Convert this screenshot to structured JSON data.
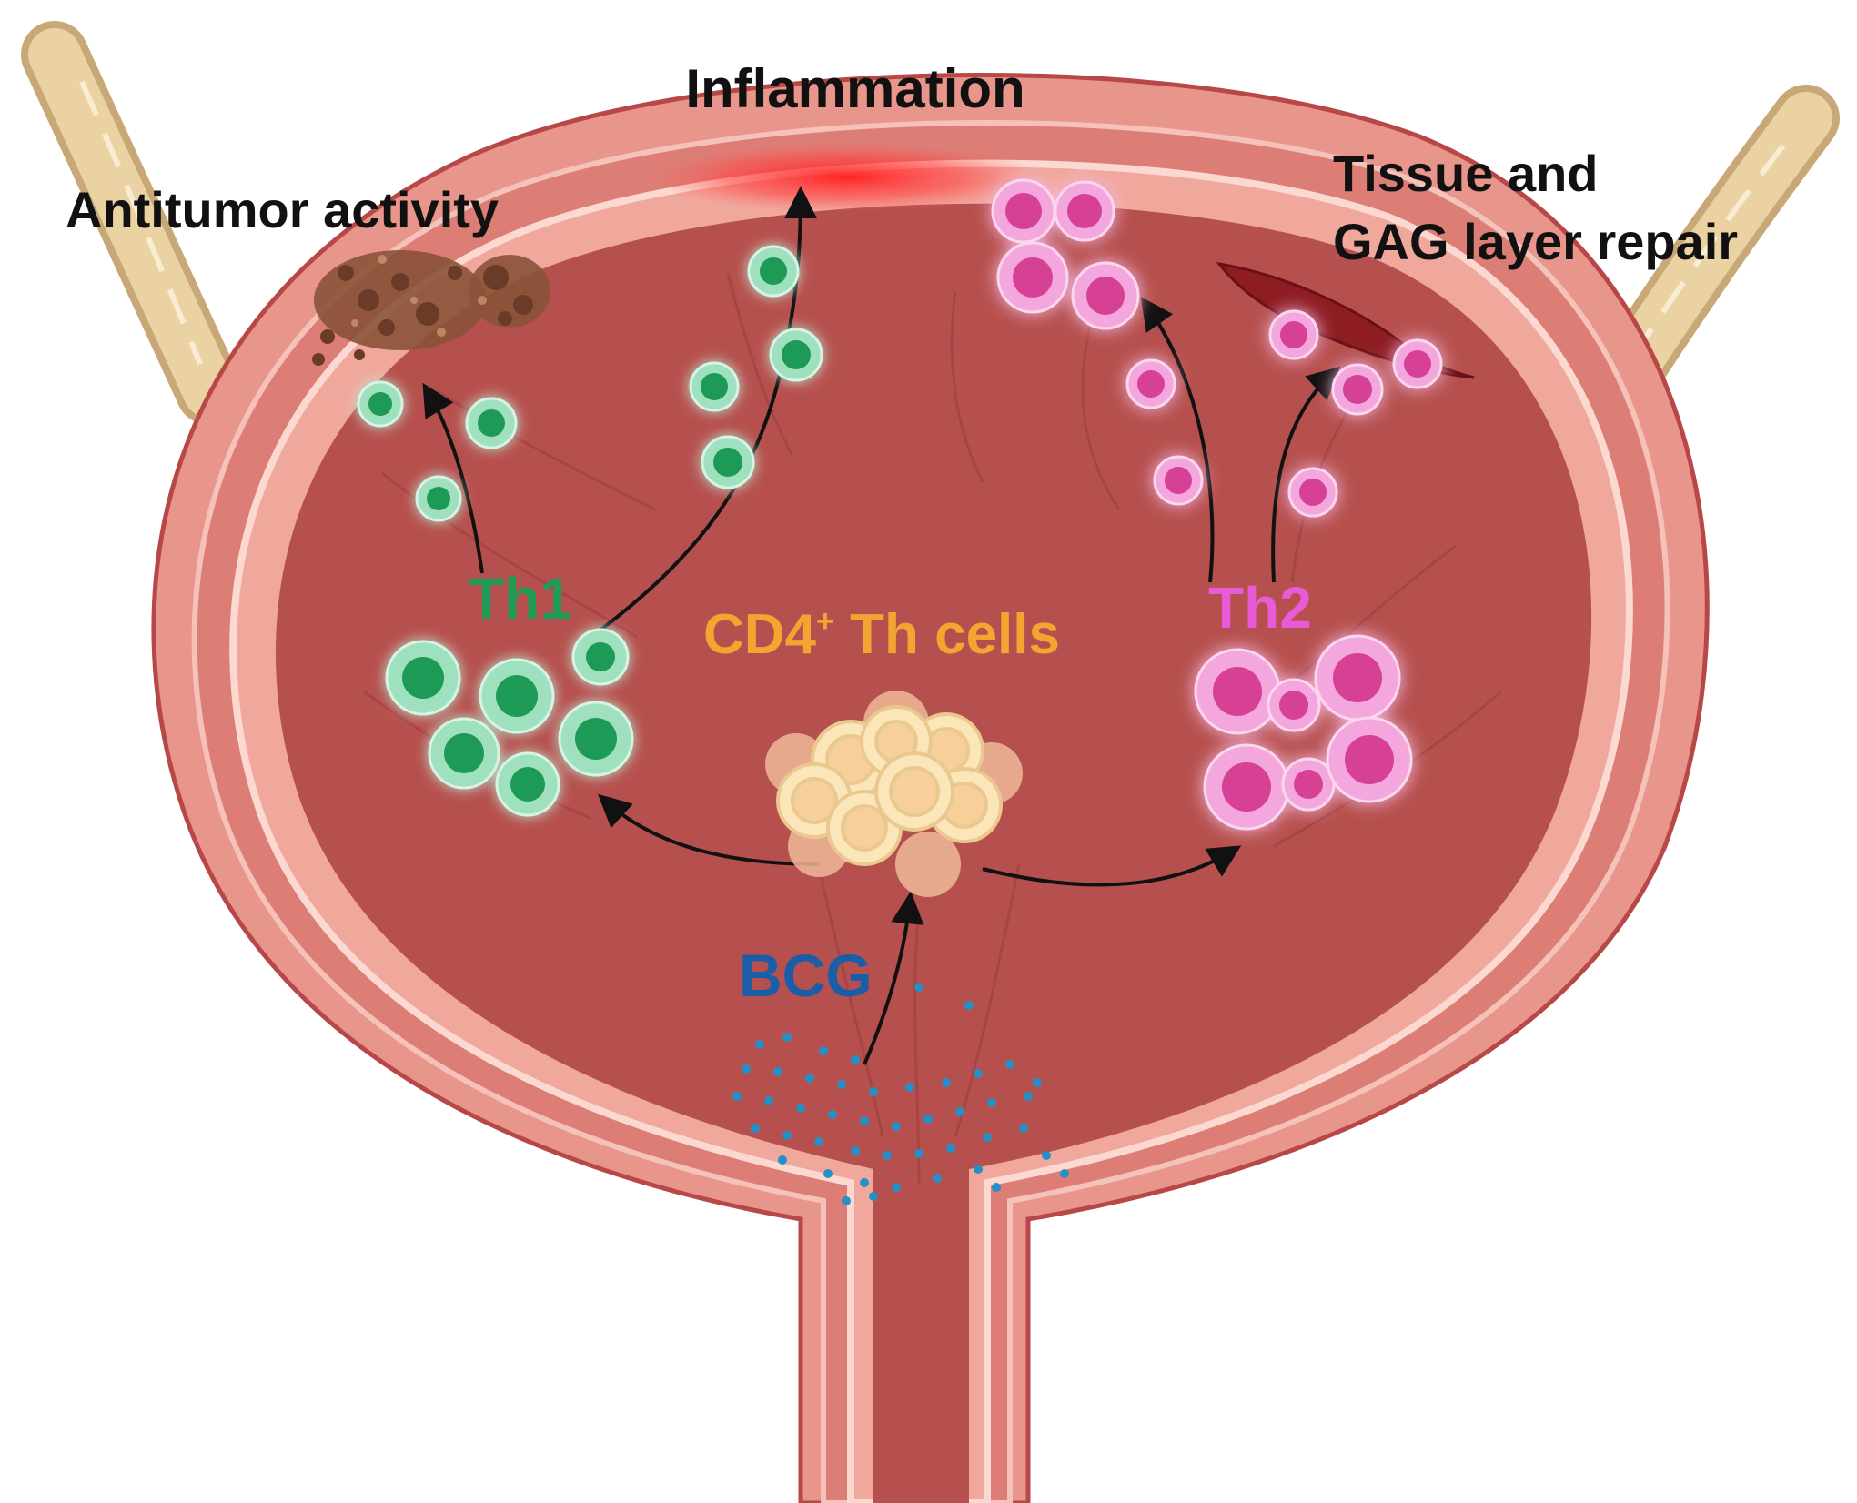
{
  "labels": {
    "inflammation": "Inflammation",
    "antitumor": "Antitumor activity",
    "tissue_repair_line1": "Tissue and",
    "tissue_repair_line2": "GAG layer repair",
    "th1": "Th1",
    "th2": "Th2",
    "cd4_prefix": "CD4",
    "cd4_sup": "+",
    "cd4_suffix": " Th cells",
    "bcg": "BCG"
  },
  "colors": {
    "th1_green": "#1f9a57",
    "th2_pink": "#e85ad6",
    "cd4_orange": "#f2a531",
    "bcg_blue": "#1b5ea8",
    "bladder_wall": "#e8958c",
    "bladder_lumen": "#b6504e",
    "ureter": "#e7c997",
    "inflammation_red": "#ff2a2a"
  },
  "icons": {
    "th1_cells": "green-lymphocyte-icon",
    "th2_cells": "pink-lymphocyte-icon",
    "cd4_cluster": "cd4-cell-cluster-icon",
    "bcg_particles": "bcg-bacteria-dots-icon",
    "tumor": "tumor-debris-icon",
    "wound": "tissue-lesion-icon"
  }
}
